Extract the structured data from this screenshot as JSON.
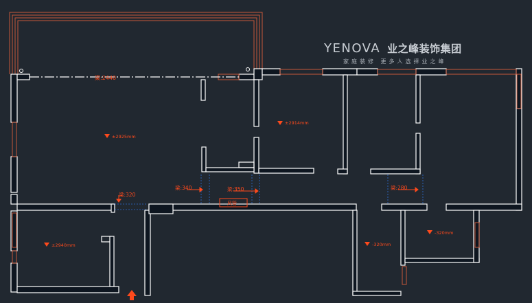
{
  "brand": {
    "name_en": "YENOVA",
    "name_cn": "业之峰装饰集团",
    "slogan": "家庭装修 更多人选择业之峰"
  },
  "annotations": {
    "balcony_beam": "梁:2440",
    "living_level": "±2925mm",
    "bedroom1_level": "±2914mm",
    "bedroom2_level": "±2940mm",
    "corridor_level": "-320mm",
    "bathroom_level": "-320mm",
    "beam_320": "梁:320",
    "beam_340": "梁:340",
    "beam_350": "梁:350",
    "beam_280": "梁:280",
    "duct_label": "风管"
  },
  "colors": {
    "background": "#212830",
    "wall": "#ffffff",
    "wall_fill": "#0e1620",
    "annotation": "#ff4a1c",
    "window": "#c8583a",
    "dashed": "#2e6fd6"
  },
  "icons": {
    "entrance": "entrance-arrow-icon",
    "level": "level-marker-icon"
  }
}
